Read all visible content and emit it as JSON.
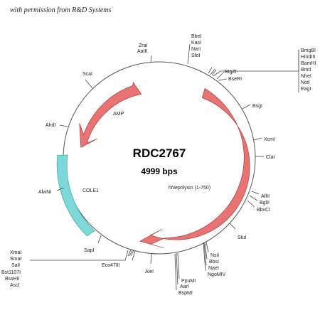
{
  "credit": "with permission from R&D Systems",
  "plasmid": {
    "name": "RDC2767",
    "size": "4999 bps"
  },
  "features": [
    {
      "name": "AMP",
      "color": "#e87373"
    },
    {
      "name": "hNeprilysin (1-750)",
      "color": "#e87373"
    },
    {
      "name": "COLE1",
      "color": "#7dd8d8"
    }
  ],
  "sites": {
    "zrai": "ZraI",
    "aatii": "AatII",
    "bbei": "BbeI",
    "kasi": "KasI",
    "nari": "NarI",
    "sfoi": "SfoI",
    "bmgbi": "BmgBI",
    "hindiii": "HindIII",
    "bamhi": "BamHI",
    "bmti": "BmtI",
    "nhei": "NheI",
    "noti": "NotI",
    "eagi": "EagI",
    "btgzi": "BtgZI",
    "bseri": "BseRI",
    "bsgi": "BsgI",
    "xcmi": "XcmI",
    "clai": "ClaI",
    "aflii": "AflII",
    "bglii": "BglII",
    "bbvci": "BbvCI",
    "stui": "StuI",
    "nsii": "NsiI",
    "bbsi": "BbsI",
    "naei": "NaeI",
    "ngomiv": "NgoMIV",
    "ppumi": "PpuMI",
    "aari": "AarI",
    "bspmi": "BspMI",
    "alei": "AleI",
    "eco47iii": "Eco47III",
    "sapi": "SapI",
    "xmai": "XmaI",
    "smai": "SmaI",
    "sali": "SalI",
    "bst1107i": "Bst1107I",
    "bsshii": "BssHII",
    "asci": "AscI",
    "alwni": "AlwNI",
    "ahdi": "AhdI",
    "scai": "ScaI"
  }
}
